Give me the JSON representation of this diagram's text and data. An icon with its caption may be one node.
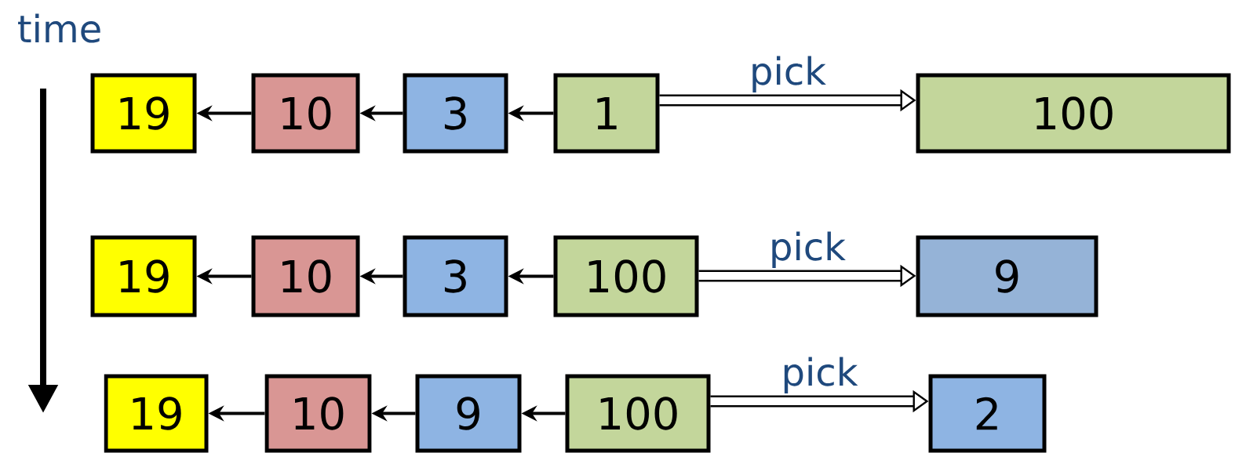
{
  "diagram": {
    "nodes": [
      {
        "text": [
          "19"
        ]
      },
      {
        "text": [
          "10"
        ]
      },
      {
        "text": [
          "3"
        ]
      },
      {
        "text": [
          "1"
        ]
      },
      {
        "text": [
          "100"
        ]
      },
      {
        "text": [
          "19"
        ]
      },
      {
        "text": [
          "10"
        ]
      },
      {
        "text": [
          "3"
        ]
      },
      {
        "text": [
          "100"
        ]
      },
      {
        "text": [
          "9"
        ]
      },
      {
        "text": [
          "19"
        ]
      },
      {
        "text": [
          "10"
        ]
      },
      {
        "text": [
          "9"
        ]
      },
      {
        "text": [
          "100"
        ]
      },
      {
        "text": [
          "2"
        ]
      }
    ],
    "edges": [
      {
        "from": 1,
        "to": 0,
        "arrow": "to"
      },
      {
        "from": 2,
        "to": 1,
        "arrow": "to"
      },
      {
        "from": 3,
        "to": 2,
        "arrow": "to"
      },
      {
        "from": 3,
        "to": 4,
        "arrow": "to",
        "label": "pick",
        "style": "thick"
      },
      {
        "from": 6,
        "to": 5,
        "arrow": "to"
      },
      {
        "from": 7,
        "to": 6,
        "arrow": "to"
      },
      {
        "from": 8,
        "to": 7,
        "arrow": "to"
      },
      {
        "from": 8,
        "to": 9,
        "arrow": "to",
        "label": "pick",
        "style": "thick"
      },
      {
        "from": 11,
        "to": 10,
        "arrow": "to"
      },
      {
        "from": 12,
        "to": 11,
        "arrow": "to"
      },
      {
        "from": 13,
        "to": 12,
        "arrow": "to"
      },
      {
        "from": 13,
        "to": 14,
        "arrow": "to",
        "label": "pick",
        "style": "thick"
      }
    ],
    "labels": [
      "time"
    ]
  }
}
